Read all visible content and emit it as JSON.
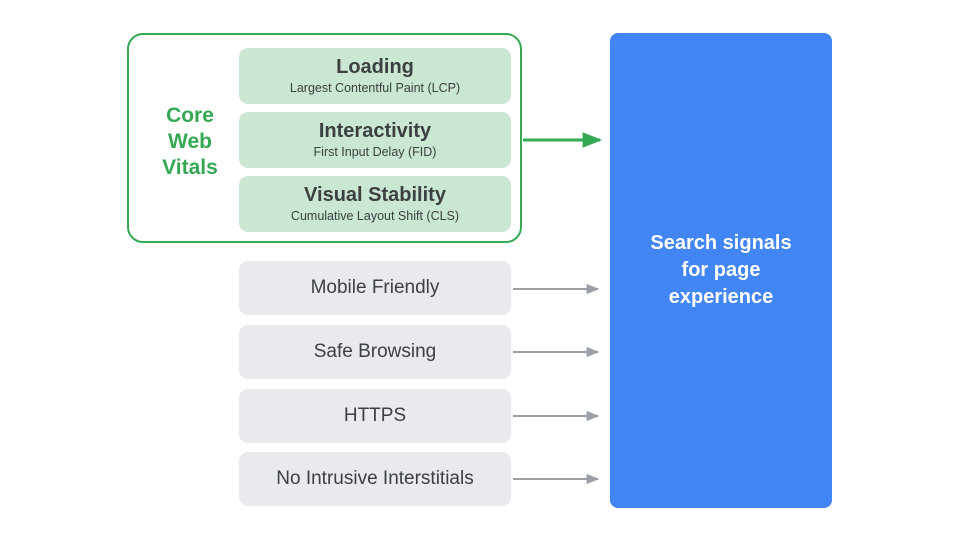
{
  "diagram": {
    "title_group": {
      "label_lines": [
        "Core",
        "Web",
        "Vitals"
      ],
      "accent_color": "#34a853"
    },
    "core_web_vitals": [
      {
        "title": "Loading",
        "subtitle": "Largest Contentful Paint (LCP)"
      },
      {
        "title": "Interactivity",
        "subtitle": "First Input Delay (FID)"
      },
      {
        "title": "Visual Stability",
        "subtitle": "Cumulative Layout Shift (CLS)"
      }
    ],
    "other_signals": [
      {
        "label": "Mobile Friendly"
      },
      {
        "label": "Safe Browsing"
      },
      {
        "label": "HTTPS"
      },
      {
        "label": "No Intrusive Interstitials"
      }
    ],
    "destination": {
      "text": "Search signals for page experience",
      "line_1": "Search signals",
      "line_2": "for page",
      "line_3": "experience",
      "color": "#4285f4"
    },
    "colors": {
      "green_accent": "#34a853",
      "green_card_fill": "#c9e7d2",
      "grey_card_fill": "#e8eaed",
      "text_dark": "#3c4043",
      "arrow_grey": "#9aa0a6",
      "blue": "#4285f4",
      "background": "#ffffff"
    }
  }
}
